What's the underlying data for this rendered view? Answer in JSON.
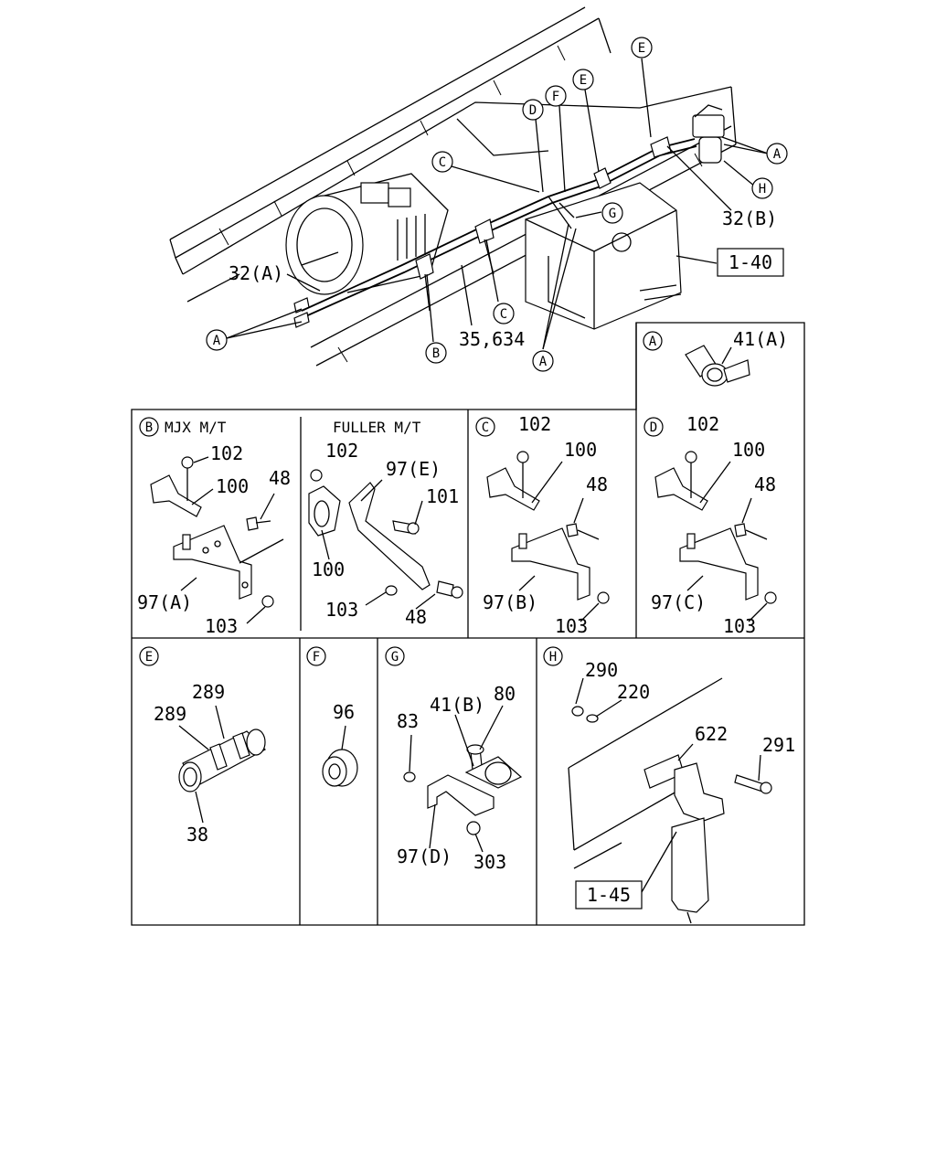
{
  "main": {
    "callouts": {
      "E": "E",
      "D": "D",
      "F": "F",
      "E2": "E",
      "C": "C",
      "G": "G",
      "A1": "A",
      "H": "H",
      "C2": "C",
      "B": "B",
      "A2": "A",
      "A3": "A"
    },
    "labels": {
      "l32a": "32(A)",
      "l32b": "32(B)",
      "l35": "35,634",
      "ref140": "1-40"
    }
  },
  "panels": {
    "A": {
      "tag": "A",
      "part": "41(A)"
    },
    "B": {
      "tag": "B",
      "title": "MJX M/T",
      "p102": "102",
      "p100": "100",
      "p48": "48",
      "p97": "97(A)",
      "p103": "103"
    },
    "fuller": {
      "title": "FULLER M/T",
      "p102": "102",
      "p97": "97(E)",
      "p101": "101",
      "p100": "100",
      "p103": "103",
      "p48": "48"
    },
    "C": {
      "tag": "C",
      "p102": "102",
      "p100": "100",
      "p48": "48",
      "p97": "97(B)",
      "p103": "103"
    },
    "D": {
      "tag": "D",
      "p102": "102",
      "p100": "100",
      "p48": "48",
      "p97": "97(C)",
      "p103": "103"
    },
    "E": {
      "tag": "E",
      "p289a": "289",
      "p289b": "289",
      "p38": "38"
    },
    "F": {
      "tag": "F",
      "p96": "96"
    },
    "G": {
      "tag": "G",
      "p41b": "41(B)",
      "p80": "80",
      "p83": "83",
      "p97": "97(D)",
      "p303": "303"
    },
    "H": {
      "tag": "H",
      "p290": "290",
      "p220": "220",
      "p622": "622",
      "p291": "291",
      "ref145": "1-45"
    }
  }
}
